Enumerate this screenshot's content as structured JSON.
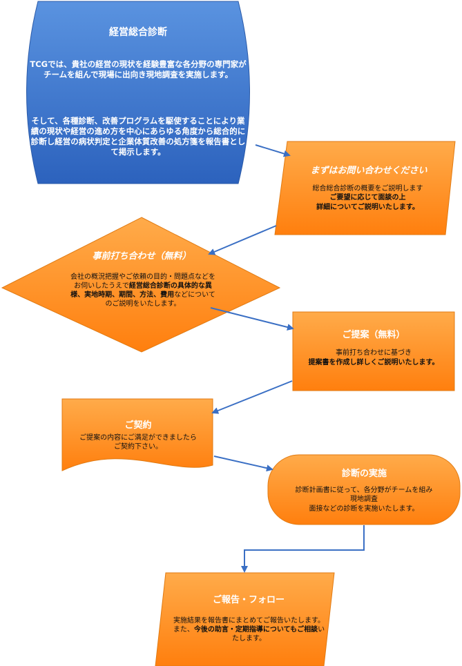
{
  "intro": {
    "title": "経営総合診断",
    "para1": "TCGでは、貴社の経営の現状を経験豊富な各分野の専門家がチームを組んで現場に出向き現地調査を実施します。",
    "para2": "そして、各種診断、改善プログラムを駆使することにより業績の現状や経営の進め方を中心にあらゆる角度から総合的に診断し経営の病状判定と企業体質改善の処方箋を報告書として掲示します。"
  },
  "step1": {
    "title": "まずはお問い合わせください",
    "line1": "総合総合診断の概要をご説明します",
    "line2": "ご要望に応じて面談の上",
    "line3": "詳細についてご説明いたします。"
  },
  "step2": {
    "title": "事前打ち合わせ（無料）",
    "text_a": "会社の概況把握やご依頼の目的・問題点などをお伺いしたうえで",
    "text_b": "経営総合診断の具体的な異様、実地時期、期間、方法、費用",
    "text_c": "などについてのご説明をいたします。"
  },
  "step3": {
    "title": "ご提案（無料）",
    "line1": "事前打ち合わせに基づき",
    "line2": "提案書を作成し詳しくご説明いたします。"
  },
  "step4": {
    "title": "ご契約",
    "line1": "ご提案の内容にご満足ができましたら",
    "line2": "ご契約下さい。"
  },
  "step5": {
    "title": "診断の実施",
    "line1": "診断計画書に従って、各分野がチームを組み",
    "line2": "現地調査",
    "line3": "面接などの診断を実施いたします。"
  },
  "step6": {
    "title": "ご報告・フォロー",
    "text_a": "実施結果を報告書にまとめてご報告いたします。また、",
    "text_b": "今後の助言・定期指導についてもご相談",
    "text_c": "いたします。"
  },
  "colors": {
    "intro_blue": "#3c76cf",
    "step_orange": "#ff8d1a",
    "arrow": "#3a6fc4"
  }
}
